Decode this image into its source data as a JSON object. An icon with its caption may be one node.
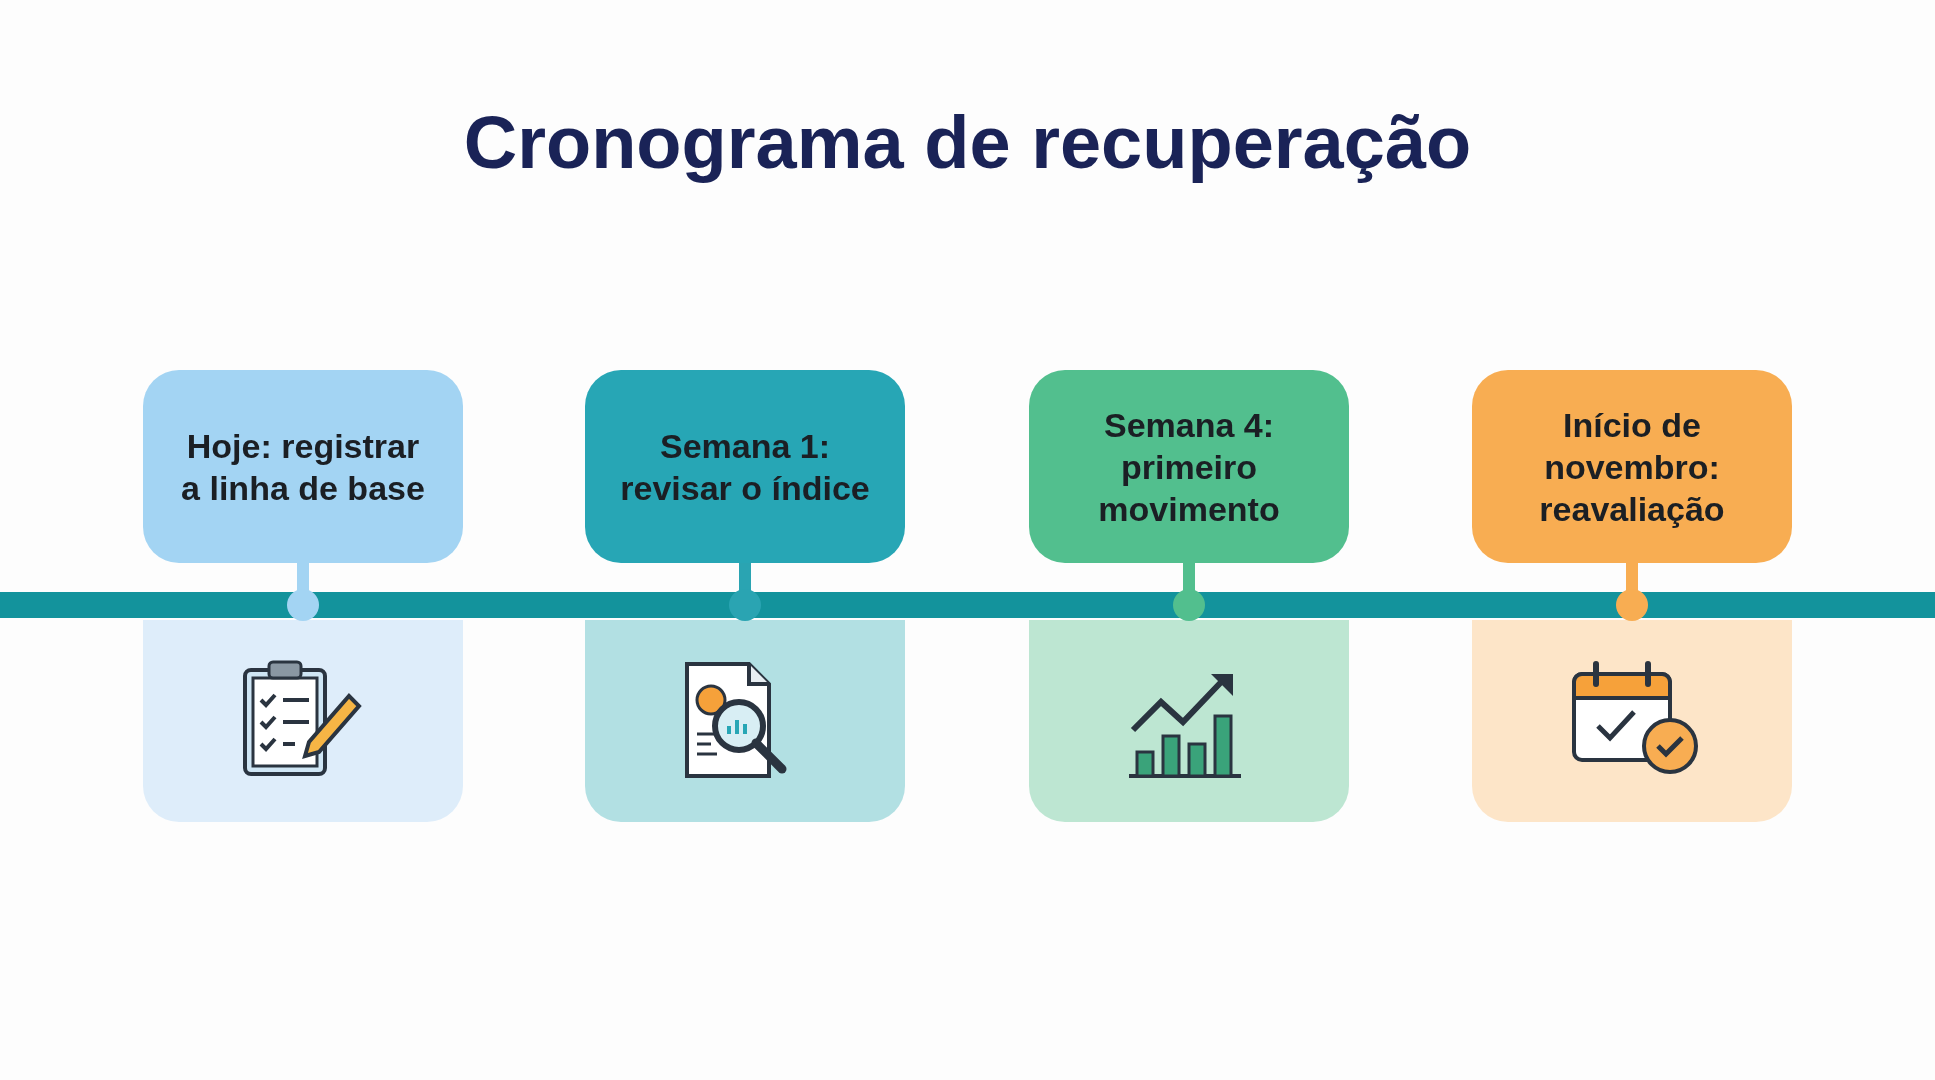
{
  "diagram": {
    "title": "Cronograma de recuperação",
    "nodes": [
      {
        "text": [
          "Hoje: registrar a linha de base"
        ]
      },
      {
        "text": [
          "Semana 1: revisar o índice"
        ]
      },
      {
        "text": [
          "Semana 4: primeiro movimento"
        ]
      },
      {
        "text": [
          "Início de novembro: reavaliação"
        ]
      },
      {
        "text": [],
        "shape": "bar"
      }
    ],
    "edges": [
      {
        "from": 0,
        "to": 4,
        "arrow": "other",
        "color": "#a3d4f3"
      },
      {
        "from": 1,
        "to": 4,
        "arrow": "other",
        "color": "#2aa4b2"
      },
      {
        "from": 2,
        "to": 4,
        "arrow": "other",
        "color": "#52bf8e"
      },
      {
        "from": 3,
        "to": 4,
        "arrow": "other",
        "color": "#f8ad52"
      }
    ]
  }
}
